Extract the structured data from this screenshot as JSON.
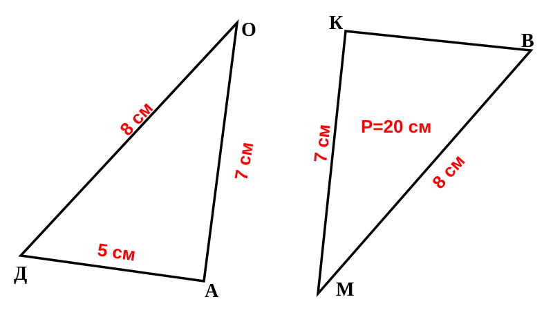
{
  "triangle_left": {
    "vertices": {
      "o": "О",
      "d": "Д",
      "a": "А"
    },
    "sides": {
      "do": "8 см",
      "oa": "7 см",
      "da": "5 см"
    }
  },
  "triangle_right": {
    "vertices": {
      "k": "К",
      "v": "В",
      "m": "М"
    },
    "sides": {
      "km": "7 см",
      "vm": "8 см"
    },
    "perimeter": "P=20 см"
  },
  "colors": {
    "lines": "#000000",
    "labels": "#ff0000"
  }
}
